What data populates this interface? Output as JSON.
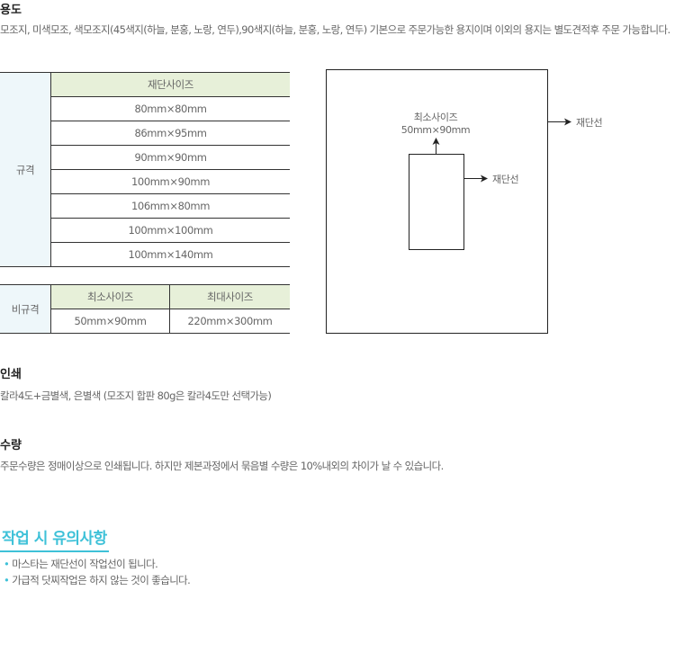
{
  "usage": {
    "title": "용도",
    "text": "모조지, 미색모조, 색모조지(45색지(하늘, 분홍, 노랑, 연두),90색지(하늘, 분홍, 노랑, 연두) 기본으로 주문가능한 용지이며 이외의 용지는 별도견적후 주문 가능합니다."
  },
  "spec_table": {
    "side_label": "규격",
    "header": "재단사이즈",
    "rows": [
      "80mm×80mm",
      "86mm×95mm",
      "90mm×90mm",
      "100mm×90mm",
      "106mm×80mm",
      "100mm×100mm",
      "100mm×140mm"
    ]
  },
  "nonspec_table": {
    "side_label": "비규격",
    "headers": [
      "최소사이즈",
      "최대사이즈"
    ],
    "values": [
      "50mm×90mm",
      "220mm×300mm"
    ]
  },
  "diagram": {
    "min_label": "최소사이즈",
    "min_size": "50mm×90mm",
    "inner_cut": "재단선",
    "outer_cut": "재단선"
  },
  "print": {
    "title": "인쇄",
    "text": "칼라4도+금별색, 은별색 (모조지 합판 80g은 칼라4도만 선택가능)"
  },
  "quantity": {
    "title": "수량",
    "text": "주문수량은 정매이상으로 인쇄됩니다. 하지만 제본과정에서 묶음별 수량은 10%내외의 차이가 날 수 있습니다."
  },
  "notes": {
    "title": "작업 시 유의사항",
    "items": [
      "마스타는 재단선이 작업선이 됩니다.",
      "가급적 닷찌작업은 하지 않는 것이 좋습니다."
    ],
    "accent": "#3ec1d8"
  }
}
